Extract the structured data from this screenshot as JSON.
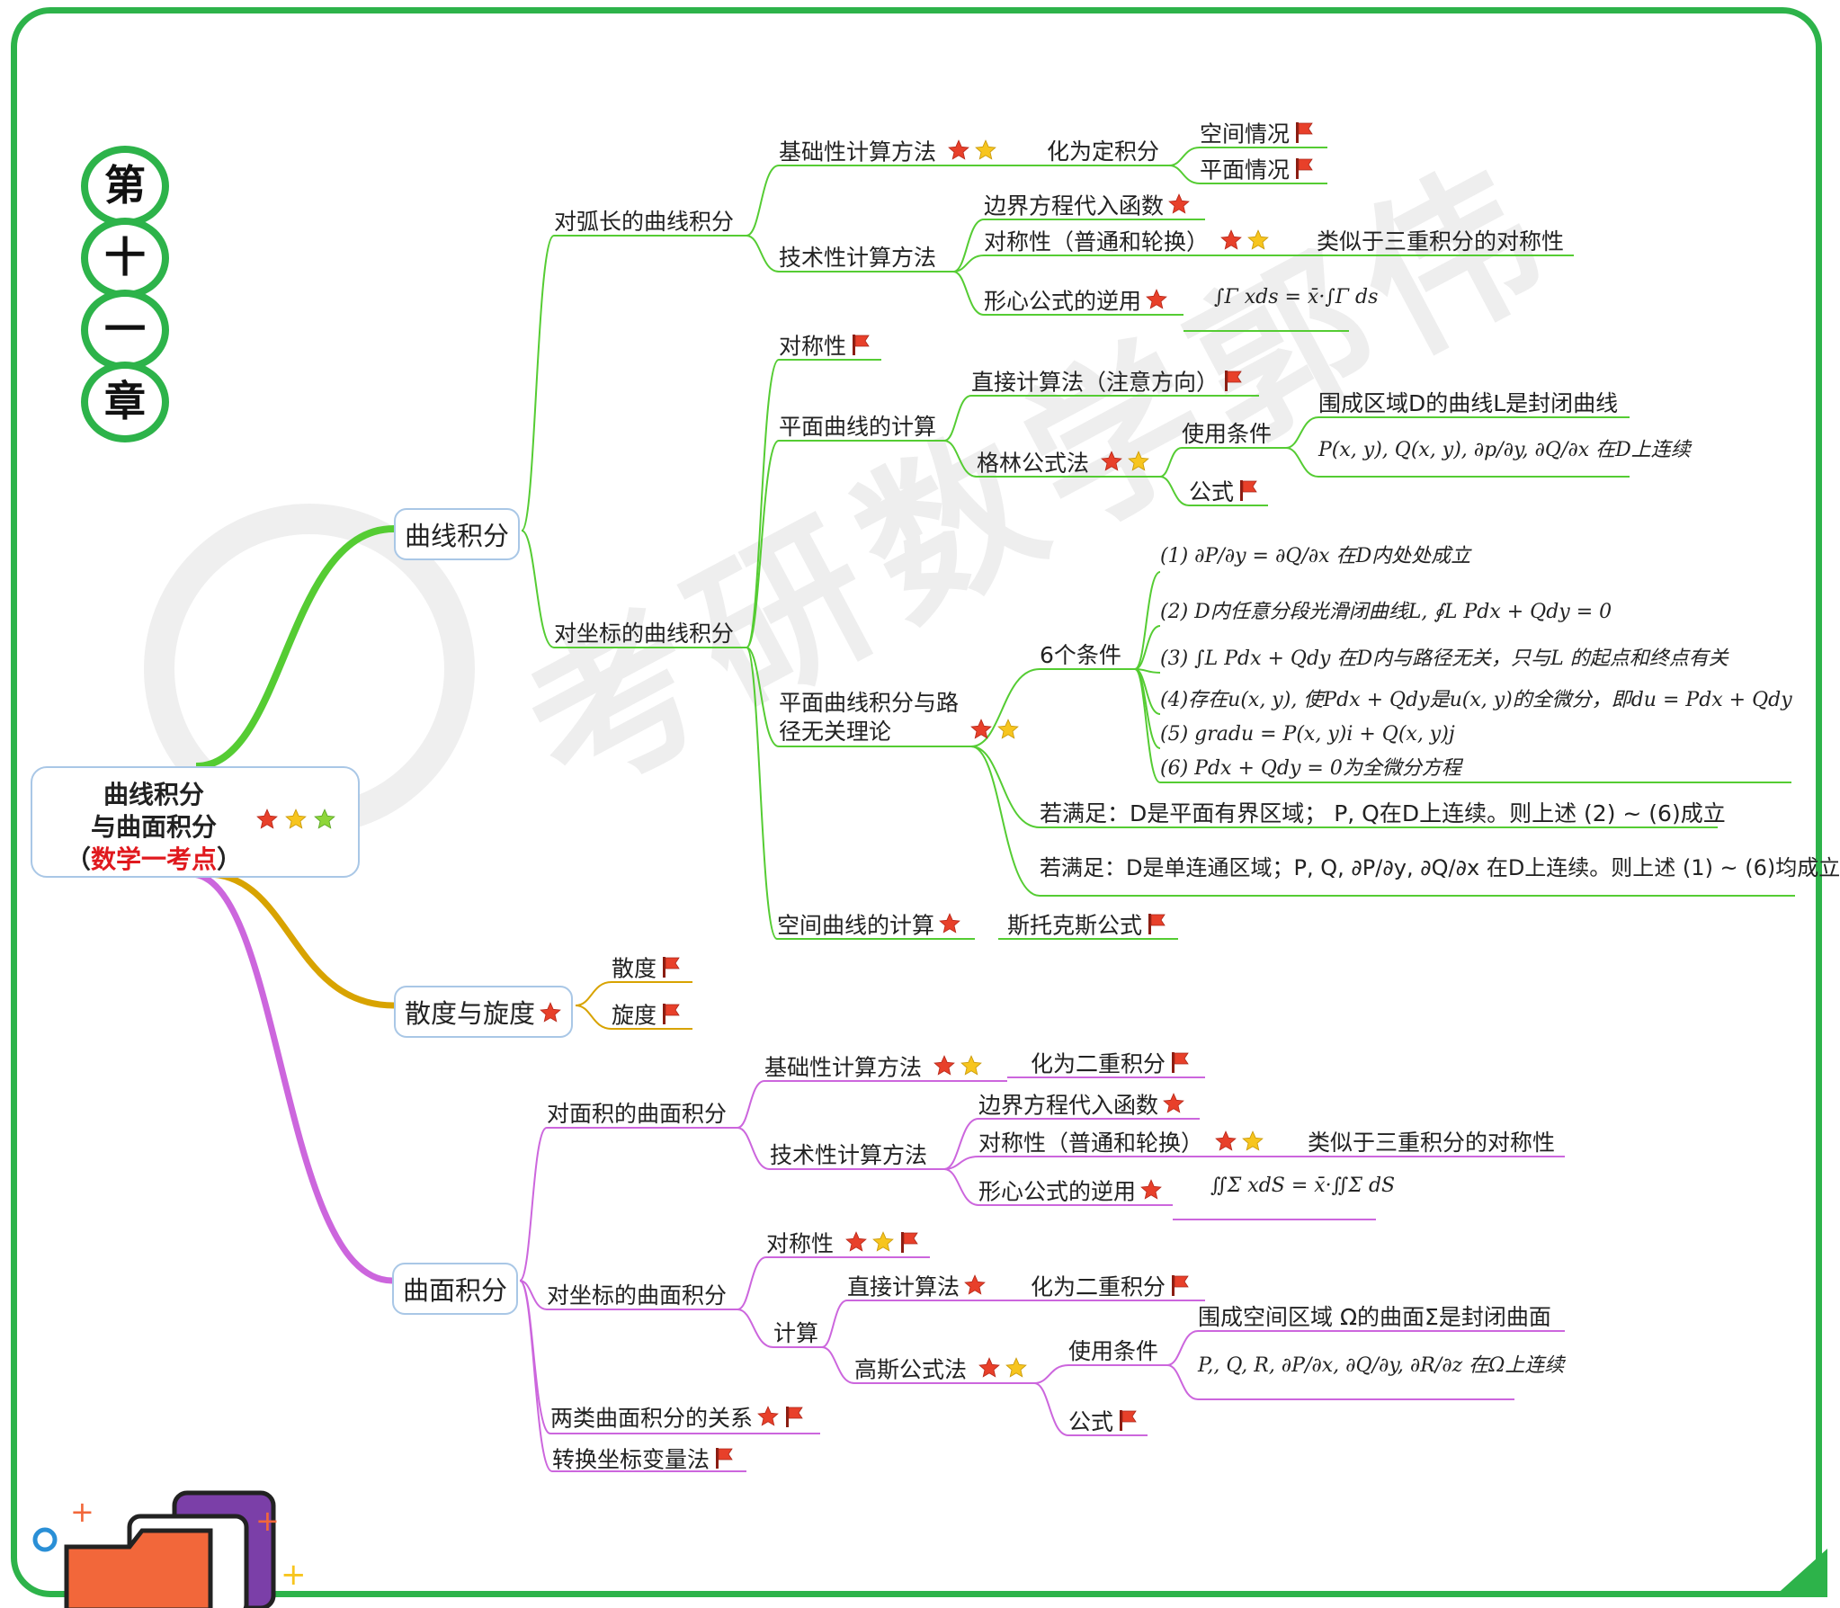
{
  "chapter": [
    "第",
    "十",
    "一",
    "章"
  ],
  "root": {
    "line1": "曲线积分",
    "line2": "与曲面积分",
    "paren_open": "（",
    "emphasis": "数学一考点",
    "paren_close": "）"
  },
  "watermark": "考研数学郭伟",
  "branches": {
    "curve": "曲线积分",
    "divcurl": "散度与旋度",
    "surface": "曲面积分"
  },
  "curve": {
    "arc": "对弧长的曲线积分",
    "arc_basic": "基础性计算方法",
    "arc_to_def": "化为定积分",
    "space_case": "空间情况",
    "plane_case": "平面情况",
    "arc_tech": "技术性计算方法",
    "boundary_sub": "边界方程代入函数",
    "symmetry": "对称性（普通和轮换）",
    "like_triple": "类似于三重积分的对称性",
    "centroid": "形心公式的逆用",
    "centroid_formula": "∫Γ xds = x̄·∫Γ ds",
    "coord": "对坐标的曲线积分",
    "coord_sym": "对称性",
    "plane_calc": "平面曲线的计算",
    "direct": "直接计算法（注意方向）",
    "green": "格林公式法",
    "green_cond": "使用条件",
    "green_closed": "围成区域D的曲线L是封闭曲线",
    "green_cont": "P(x, y), Q(x, y), ∂p/∂y, ∂Q/∂x 在D上连续",
    "green_formula": "公式",
    "path_indep": "平面曲线积分与路径无关理论",
    "six": "6个条件",
    "c1": "(1) ∂P/∂y = ∂Q/∂x 在D内处处成立",
    "c2": "(2) D内任意分段光滑闭曲线L, ∮L Pdx + Qdy = 0",
    "c3": "(3) ∫L Pdx + Qdy 在D内与路径无关，只与L 的起点和终点有关",
    "c4": "(4)存在u(x, y), 使Pdx + Qdy是u(x, y)的全微分，即du = Pdx + Qdy",
    "c5": "(5) gradu = P(x, y)i + Q(x, y)j",
    "c6": "(6) Pdx + Qdy = 0为全微分方程",
    "if1": "若满足：D是平面有界区域； P, Q在D上连续。则上述 (2) ~ (6)成立",
    "if2": "若满足：D是单连通区域；P, Q, ∂P/∂y, ∂Q/∂x 在D上连续。则上述 (1) ~ (6)均成立",
    "space_calc": "空间曲线的计算",
    "stokes": "斯托克斯公式"
  },
  "divcurl": {
    "div": "散度",
    "curl": "旋度"
  },
  "surface": {
    "area": "对面积的曲面积分",
    "area_basic": "基础性计算方法",
    "to_double": "化为二重积分",
    "area_tech": "技术性计算方法",
    "boundary_sub": "边界方程代入函数",
    "symmetry": "对称性（普通和轮换）",
    "like_triple": "类似于三重积分的对称性",
    "centroid": "形心公式的逆用",
    "centroid_formula": "∬Σ xdS = x̄·∬Σ dS",
    "coord": "对坐标的曲面积分",
    "coord_sym": "对称性",
    "calc": "计算",
    "direct": "直接计算法",
    "direct_to_double": "化为二重积分",
    "gauss": "高斯公式法",
    "gauss_cond": "使用条件",
    "gauss_closed": "围成空间区域 Ω的曲面Σ是封闭曲面",
    "gauss_cont": "P,, Q, R, ∂P/∂x, ∂Q/∂y, ∂R/∂z 在Ω上连续",
    "gauss_formula": "公式",
    "relation": "两类曲面积分的关系",
    "change_var": "转换坐标变量法"
  },
  "icons": {
    "red_star": "#e8402a",
    "yellow_star": "#f7c51e",
    "green_star": "#8ed63a",
    "flag": "#e8402a"
  },
  "colors": {
    "frame": "#2db34a",
    "curve_branch": "#55cc33",
    "divcurl_branch": "#d8a300",
    "surface_branch": "#cc66dd",
    "node_border": "#a9c7e6"
  }
}
